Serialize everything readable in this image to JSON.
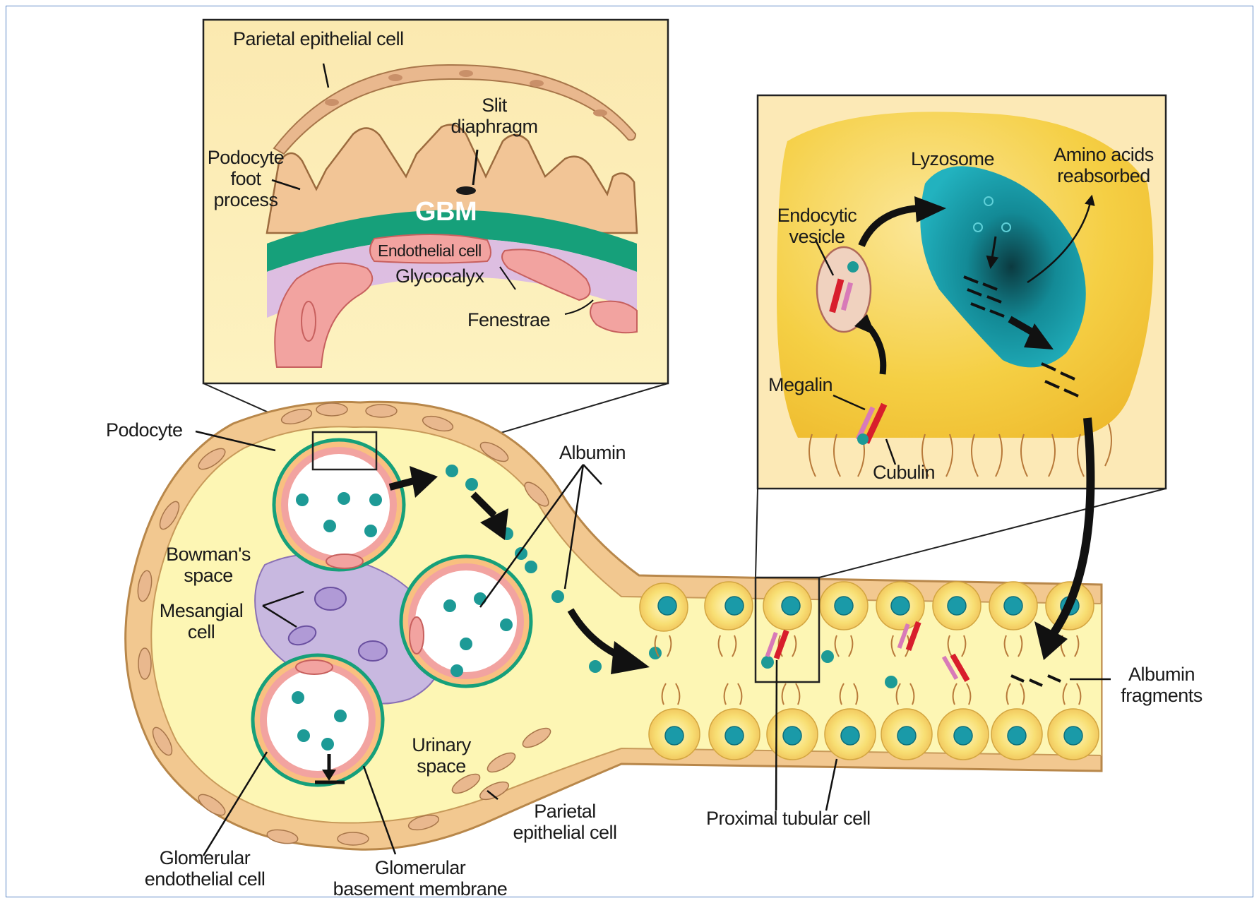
{
  "labels": {
    "parietal_epithelial_cell_top": "Parietal epithelial cell",
    "slit_diaphragm": [
      "Slit",
      "diaphragm"
    ],
    "podocyte_foot_process": [
      "Podocyte",
      "foot",
      "process"
    ],
    "gbm": "GBM",
    "endothelial_cell": "Endothelial cell",
    "glycocalyx": "Glycocalyx",
    "fenestrae": "Fenestrae",
    "lyzosome": "Lyzosome",
    "amino_acids_reabsorbed": [
      "Amino acids",
      "reabsorbed"
    ],
    "endocytic_vesicle": [
      "Endocytic",
      "vesicle"
    ],
    "megalin": "Megalin",
    "cubulin": "Cubulin",
    "podocyte": "Podocyte",
    "albumin": "Albumin",
    "bowmans_space": [
      "Bowman's",
      "space"
    ],
    "mesangial_cell": [
      "Mesangial",
      "cell"
    ],
    "urinary_space": [
      "Urinary",
      "space"
    ],
    "parietal_epithelial_cell_bottom": [
      "Parietal",
      "epithelial cell"
    ],
    "glomerular_endothelial_cell": [
      "Glomerular",
      "endothelial cell"
    ],
    "glomerular_basement_membrane": [
      "Glomerular",
      "basement membrane"
    ],
    "proximal_tubular_cell": "Proximal tubular cell",
    "albumin_fragments": [
      "Albumin",
      "fragments"
    ]
  },
  "colors": {
    "frame_border": "#5a86c5",
    "capsule": "#f2c890",
    "capsule_edge": "#b8874a",
    "urinary_space": "#fdf6b4",
    "gbm_green": "#16a07a",
    "endothelial_pink": "#f2a3a0",
    "mesangial_purple": "#c8b8e0",
    "albumin_teal": "#1d9a96",
    "lysosome_teal": "#1ca3b0",
    "cell_yellow": "#f4cc3c",
    "megalin_red": "#d81e2c",
    "cubulin_pink": "#d87ab8"
  }
}
